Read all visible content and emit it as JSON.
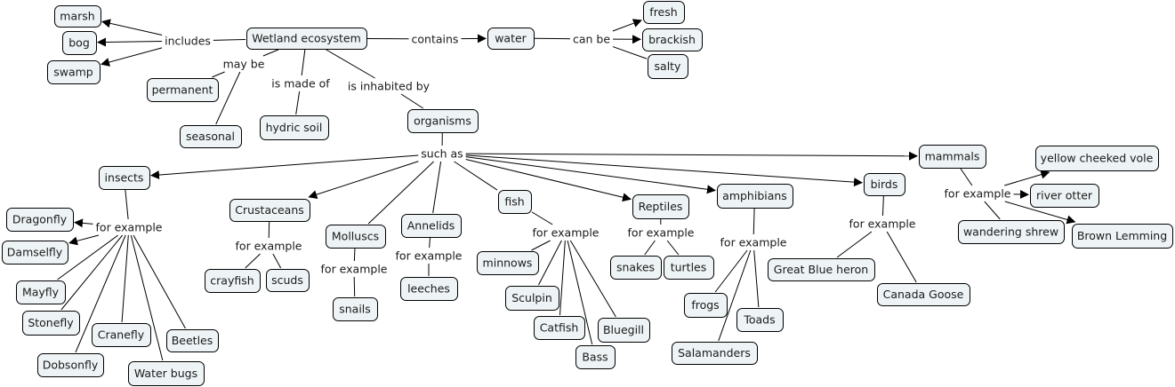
{
  "title": "Wetland ecosystem concept map",
  "colors": {
    "node_fill": "#eef3f5",
    "node_border": "#000000",
    "line": "#000000",
    "text": "#1a1a1a"
  },
  "concepts": {
    "wetland": "Wetland ecosystem",
    "marsh": "marsh",
    "bog": "bog",
    "swamp": "swamp",
    "permanent": "permanent",
    "seasonal": "seasonal",
    "hydric_soil": "hydric soil",
    "water": "water",
    "fresh": "fresh",
    "brackish": "brackish",
    "salty": "salty",
    "organisms": "organisms",
    "insects": "insects",
    "dragonfly": "Dragonfly",
    "damselfly": "Damselfly",
    "mayfly": "Mayfly",
    "stonefly": "Stonefly",
    "cranefly": "Cranefly",
    "dobsonfly": "Dobsonfly",
    "water_bugs": "Water bugs",
    "beetles": "Beetles",
    "crustaceans": "Crustaceans",
    "crayfish": "crayfish",
    "scuds": "scuds",
    "molluscs": "Molluscs",
    "snails": "snails",
    "annelids": "Annelids",
    "leeches": "leeches",
    "fish": "fish",
    "minnows": "minnows",
    "sculpin": "Sculpin",
    "catfish": "Catfish",
    "bass": "Bass",
    "bluegill": "Bluegill",
    "reptiles": "Reptiles",
    "snakes": "snakes",
    "turtles": "turtles",
    "amphibians": "amphibians",
    "frogs": "frogs",
    "toads": "Toads",
    "salamanders": "Salamanders",
    "birds": "birds",
    "heron": "Great Blue heron",
    "goose": "Canada Goose",
    "mammals": "mammals",
    "vole": "yellow cheeked vole",
    "otter": "river otter",
    "shrew": "wandering shrew",
    "lemming": "Brown Lemming"
  },
  "linking_phrases": {
    "includes": "includes",
    "may_be": "may be",
    "is_made_of": "is made of",
    "is_inhabited_by": "is inhabited by",
    "contains": "contains",
    "can_be": "can be",
    "such_as": "such as",
    "fe_insects": "for example",
    "fe_crustaceans": "for example",
    "fe_molluscs": "for example",
    "fe_annelids": "for example",
    "fe_fish": "for example",
    "fe_reptiles": "for example",
    "fe_amphibians": "for example",
    "fe_birds": "for example",
    "fe_mammals": "for example"
  },
  "propositions": [
    [
      "wetland",
      "includes",
      [
        "marsh",
        "bog",
        "swamp"
      ]
    ],
    [
      "wetland",
      "may_be",
      [
        "permanent",
        "seasonal"
      ]
    ],
    [
      "wetland",
      "is_made_of",
      [
        "hydric_soil"
      ]
    ],
    [
      "wetland",
      "is_inhabited_by",
      [
        "organisms"
      ]
    ],
    [
      "wetland",
      "contains",
      [
        "water"
      ]
    ],
    [
      "water",
      "can_be",
      [
        "fresh",
        "brackish",
        "salty"
      ]
    ],
    [
      "organisms",
      "such_as",
      [
        "insects",
        "crustaceans",
        "molluscs",
        "annelids",
        "fish",
        "reptiles",
        "amphibians",
        "birds",
        "mammals"
      ]
    ],
    [
      "insects",
      "fe_insects",
      [
        "dragonfly",
        "damselfly",
        "mayfly",
        "stonefly",
        "cranefly",
        "dobsonfly",
        "water_bugs",
        "beetles"
      ]
    ],
    [
      "crustaceans",
      "fe_crustaceans",
      [
        "crayfish",
        "scuds"
      ]
    ],
    [
      "molluscs",
      "fe_molluscs",
      [
        "snails"
      ]
    ],
    [
      "annelids",
      "fe_annelids",
      [
        "leeches"
      ]
    ],
    [
      "fish",
      "fe_fish",
      [
        "minnows",
        "sculpin",
        "catfish",
        "bass",
        "bluegill"
      ]
    ],
    [
      "reptiles",
      "fe_reptiles",
      [
        "snakes",
        "turtles"
      ]
    ],
    [
      "amphibians",
      "fe_amphibians",
      [
        "frogs",
        "toads",
        "salamanders"
      ]
    ],
    [
      "birds",
      "fe_birds",
      [
        "heron",
        "goose"
      ]
    ],
    [
      "mammals",
      "fe_mammals",
      [
        "vole",
        "otter",
        "shrew",
        "lemming"
      ]
    ]
  ]
}
